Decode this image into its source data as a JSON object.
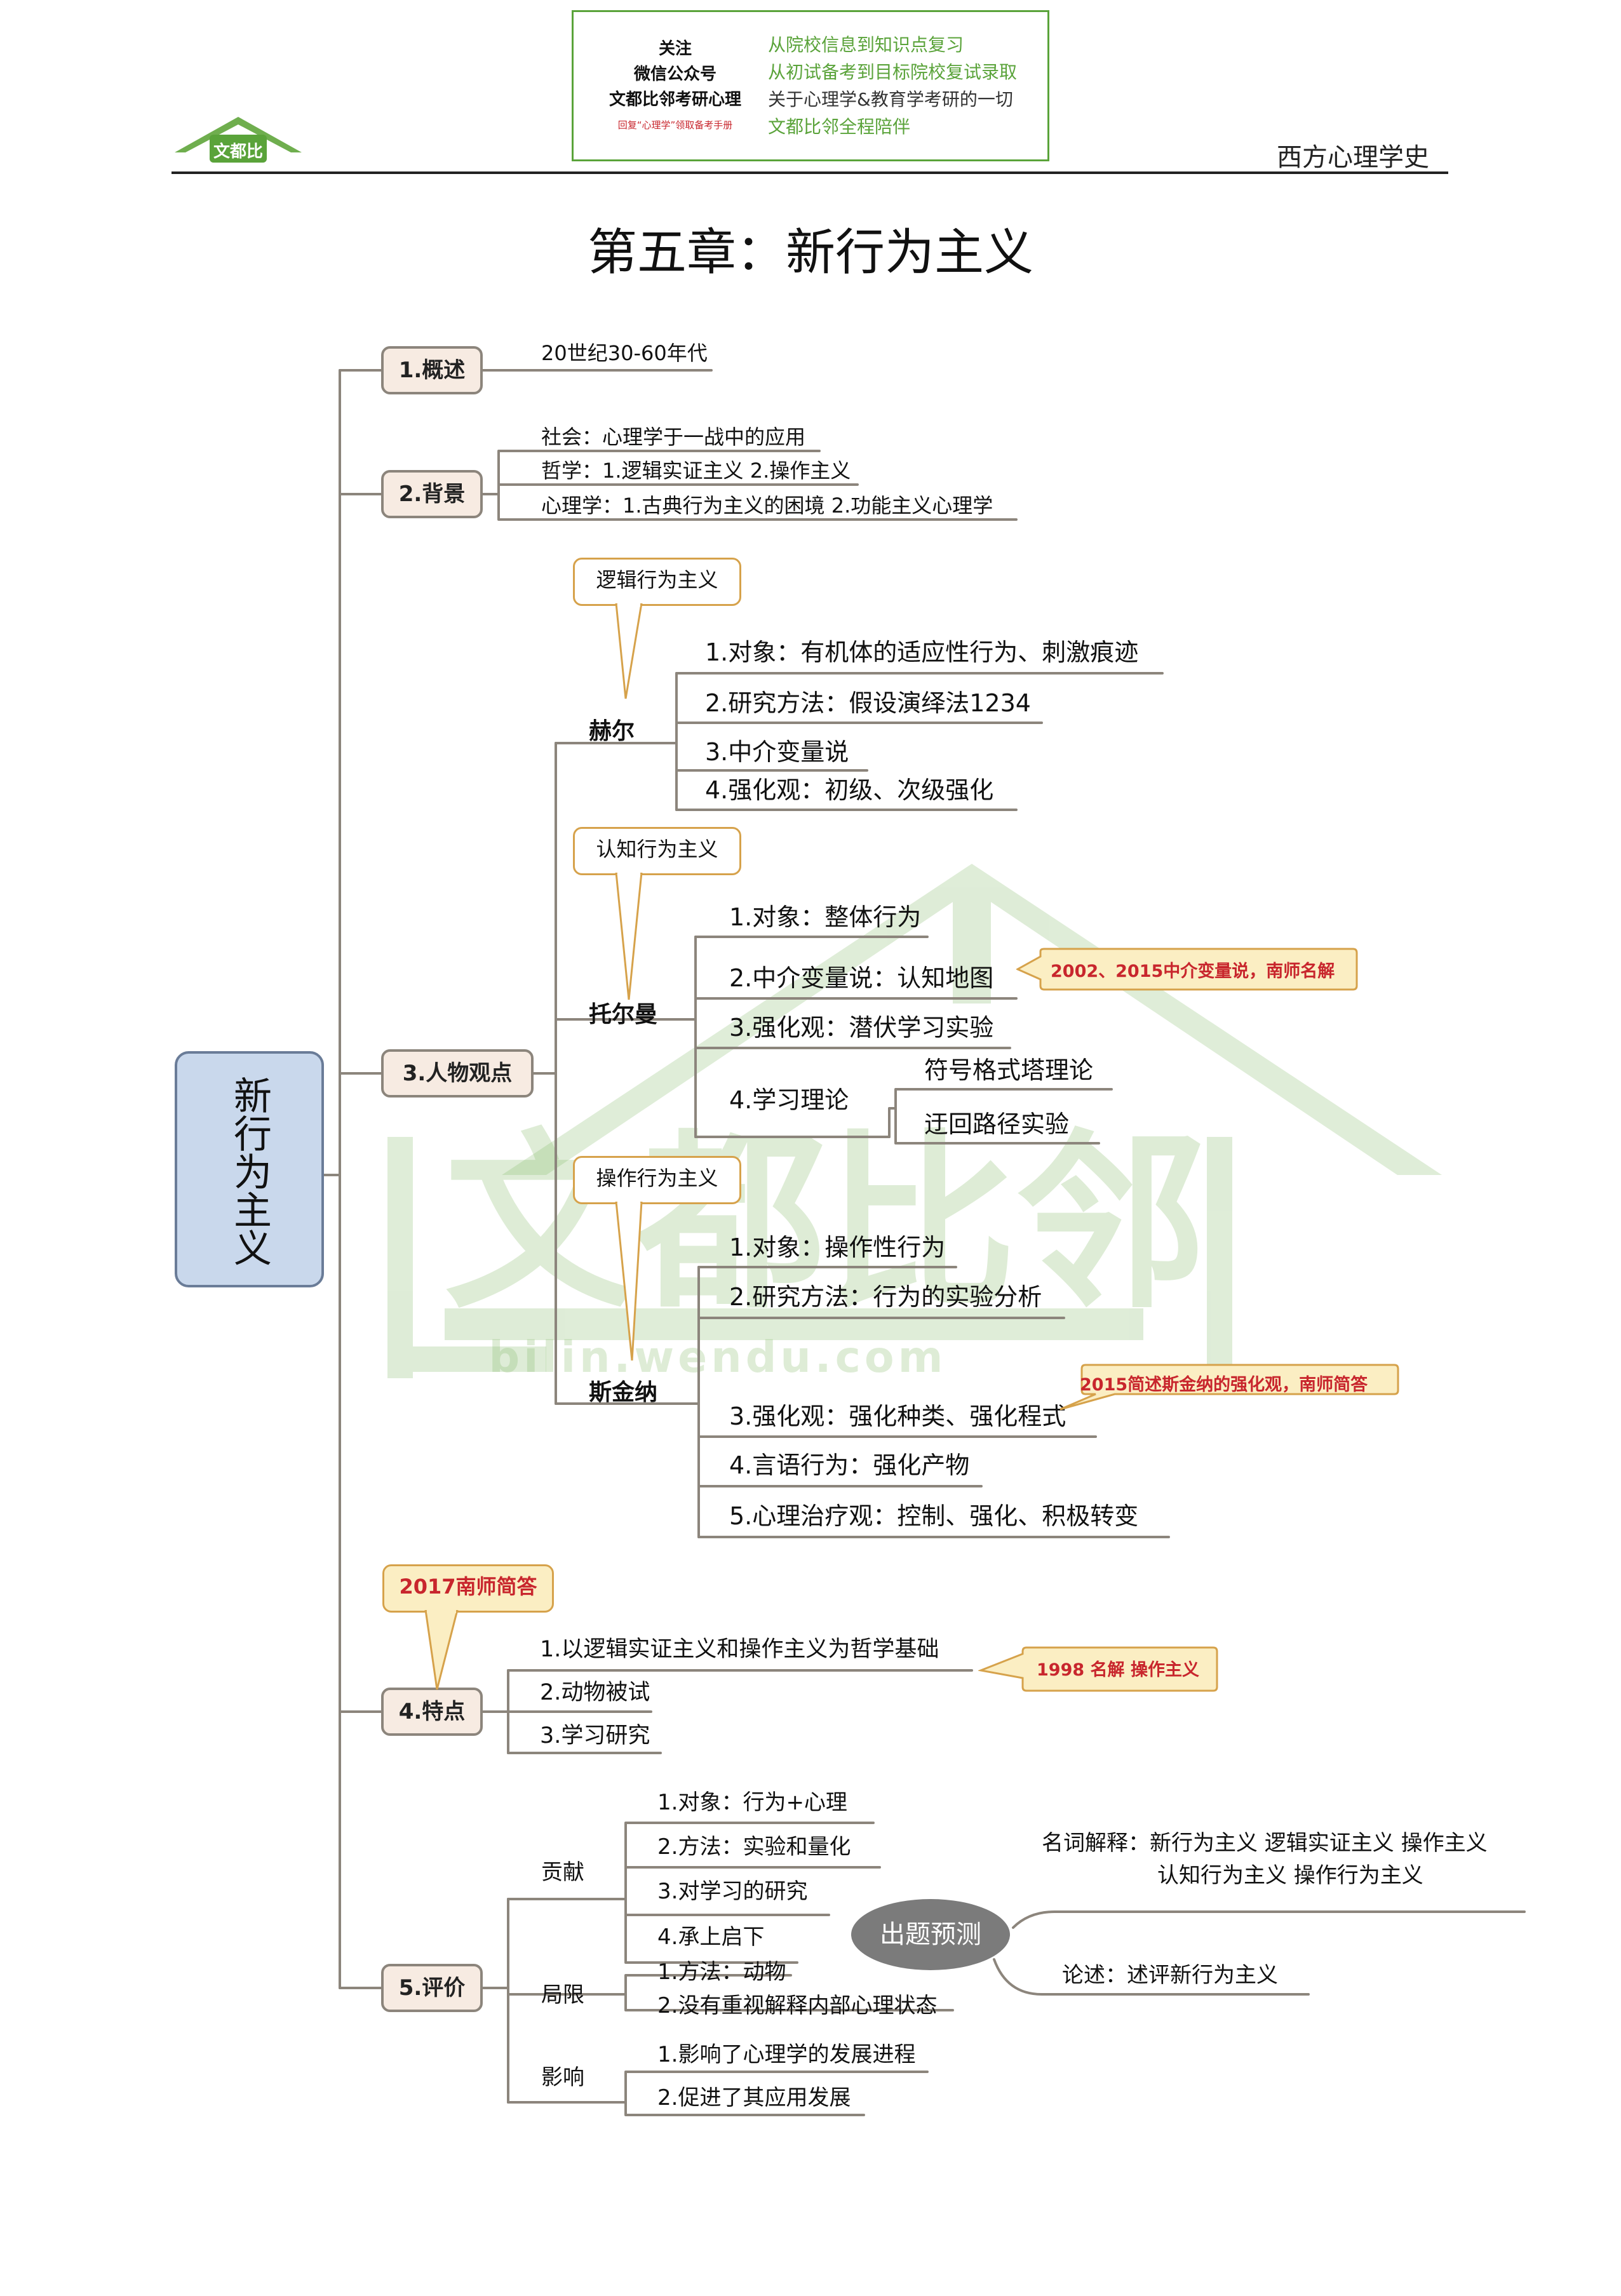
{
  "header": {
    "promo_left": [
      "关注",
      "微信公众号",
      "文都比邻考研心理"
    ],
    "promo_note": "回复“心理学”领取备考手册",
    "promo_right": [
      "从院校信息到知识点复习",
      "从初试备考到目标院校复试录取",
      "关于心理学&教育学考研的一切",
      "文都比邻全程陪伴"
    ],
    "logo_text": "文都比邻",
    "subject": "西方心理学史"
  },
  "title": "第五章：新行为主义",
  "watermark": {
    "text": "文都比邻",
    "url": "bilin.wendu.com"
  },
  "root": "新行为主义",
  "colors": {
    "accent_green": "#5aa33a",
    "box_fill": "#f7ebe2",
    "root_fill": "#c9d8ec",
    "tag_red": "#c8262d",
    "callout_border": "#d6a24b"
  },
  "sections": {
    "overview": {
      "label": "1.概述",
      "items": [
        "20世纪30-60年代"
      ]
    },
    "background": {
      "label": "2.背景",
      "items": [
        "社会：心理学于一战中的应用",
        "哲学：1.逻辑实证主义 2.操作主义",
        "心理学：1.古典行为主义的困境 2.功能主义心理学"
      ]
    },
    "figures": {
      "label": "3.人物观点",
      "hull": {
        "name": "赫尔",
        "school": "逻辑行为主义",
        "items": [
          "1.对象：有机体的适应性行为、刺激痕迹",
          "2.研究方法：假设演绎法1234",
          "3.中介变量说",
          "4.强化观：初级、次级强化"
        ]
      },
      "tolman": {
        "name": "托尔曼",
        "school": "认知行为主义",
        "items": [
          "1.对象：整体行为",
          "2.中介变量说：认知地图",
          "3.强化观：潜伏学习实验",
          "4.学习理论"
        ],
        "theory_items": [
          "符号格式塔理论",
          "迂回路径实验"
        ],
        "tag": "2002、2015中介变量说，南师名解"
      },
      "skinner": {
        "name": "斯金纳",
        "school": "操作行为主义",
        "items": [
          "1.对象：操作性行为",
          "2.研究方法：行为的实验分析",
          "3.强化观：强化种类、强化程式",
          "4.言语行为：强化产物",
          "5.心理治疗观：控制、强化、积极转变"
        ],
        "tag": "2015简述斯金纳的强化观，南师简答"
      }
    },
    "features": {
      "label": "4.特点",
      "callout": "2017南师简答",
      "items": [
        "1.以逻辑实证主义和操作主义为哲学基础",
        "2.动物被试",
        "3.学习研究"
      ],
      "tag": "1998 名解 操作主义"
    },
    "evaluation": {
      "label": "5.评价",
      "contribution": {
        "name": "贡献",
        "items": [
          "1.对象：行为+心理",
          "2.方法：实验和量化",
          "3.对学习的研究",
          "4.承上启下"
        ]
      },
      "limits": {
        "name": "局限",
        "items": [
          "1.方法：动物",
          "2.没有重视解释内部心理状态"
        ]
      },
      "influence": {
        "name": "影响",
        "items": [
          "1.影响了心理学的发展进程",
          "2.促进了其应用发展"
        ]
      }
    },
    "prediction": {
      "label": "出题预测",
      "terms": [
        "名词解释：新行为主义 逻辑实证主义 操作主义",
        "认知行为主义 操作行为主义"
      ],
      "essay": "论述：述评新行为主义"
    }
  }
}
